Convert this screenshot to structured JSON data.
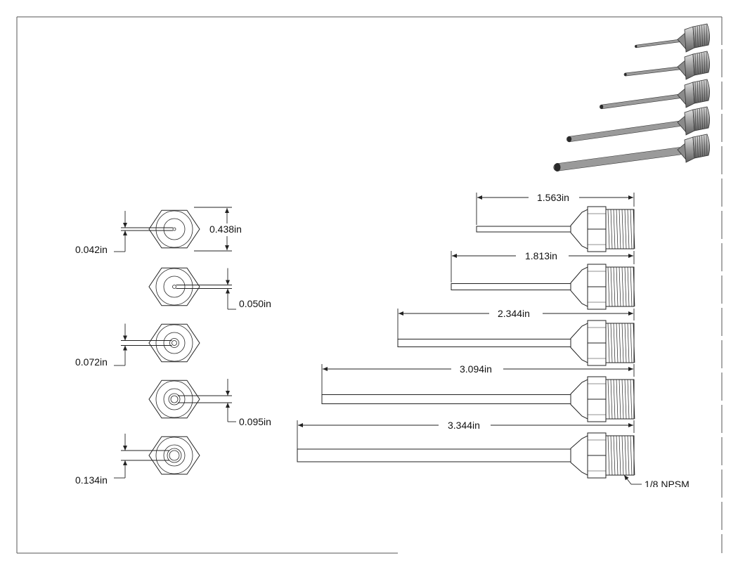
{
  "overall_width": "0.438in",
  "bores": [
    {
      "id": "a",
      "value": "0.042in"
    },
    {
      "id": "b",
      "value": "0.050in"
    },
    {
      "id": "c",
      "value": "0.072in"
    },
    {
      "id": "d",
      "value": "0.095in"
    },
    {
      "id": "e",
      "value": "0.134in"
    }
  ],
  "lengths": [
    {
      "id": "a",
      "value": "1.563in"
    },
    {
      "id": "b",
      "value": "1.813in"
    },
    {
      "id": "c",
      "value": "2.344in"
    },
    {
      "id": "d",
      "value": "3.094in"
    },
    {
      "id": "e",
      "value": "3.344in"
    }
  ],
  "thread_callout": "1/8 NPSM",
  "colors": {
    "line": "#222222",
    "metal_light": "#c8c8c8",
    "metal_dark": "#6e6e6e"
  }
}
